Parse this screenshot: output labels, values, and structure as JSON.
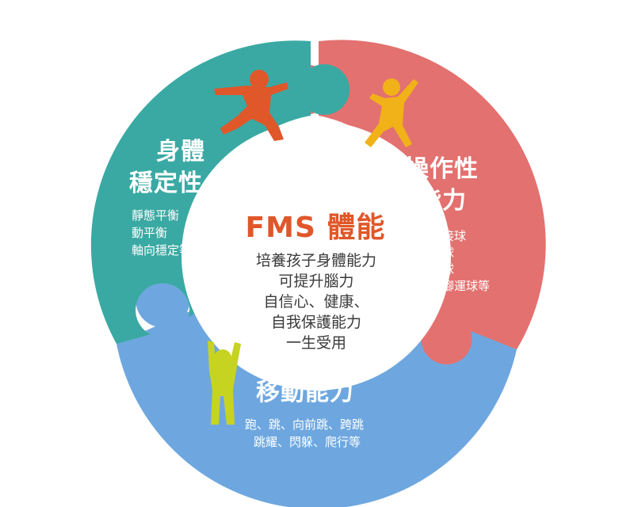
{
  "colors": {
    "stability": "#3aa9a3",
    "manipulative": "#e3716f",
    "locomotor": "#6ea7df",
    "center": "#ffffff",
    "title": "#e0572a",
    "figure_stability": "#e0572a",
    "figure_manipulative": "#f1b118",
    "figure_locomotor": "#c6d321"
  },
  "center": {
    "title": "FMS 體能",
    "lines": [
      "培養孩子身體能力",
      "可提升腦力",
      "自信心、健康、",
      "自我保護能力",
      "一生受用"
    ]
  },
  "segments": {
    "stability": {
      "title_lines": [
        "身體",
        "穩定性"
      ],
      "items": [
        "靜態平衡",
        "動平衡",
        "軸向穩定等"
      ],
      "icon": "kicking-child-icon"
    },
    "manipulative": {
      "title_lines": [
        "操作性",
        "能力"
      ],
      "items": [
        "投接球",
        "擊球",
        "踢球",
        "手腳運球等"
      ],
      "icon": "jumping-child-icon"
    },
    "locomotor": {
      "title": "移動能力",
      "items": [
        "跑、跳、向前跳、跨跳",
        "跳耀、閃躲、爬行等"
      ],
      "icon": "cheering-child-icon"
    }
  }
}
